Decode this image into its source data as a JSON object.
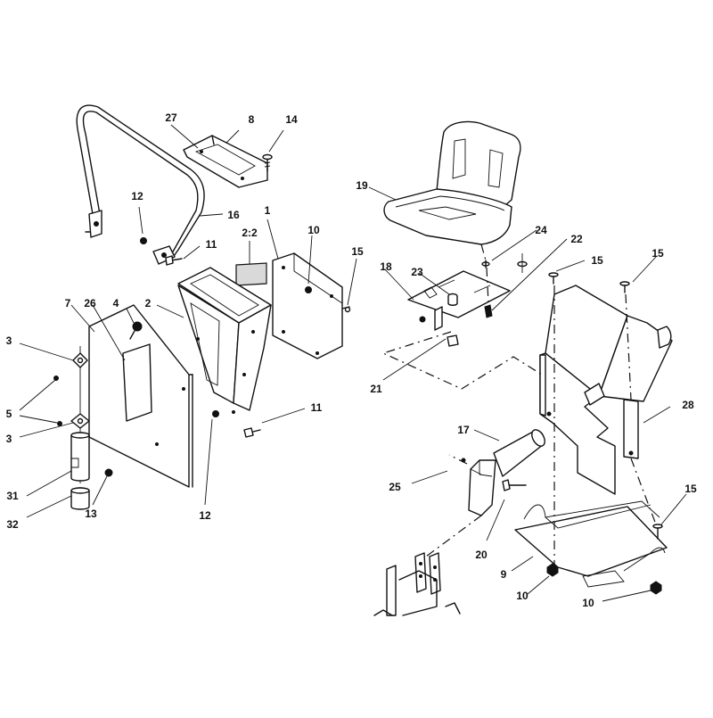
{
  "callouts": {
    "c1": "1",
    "c2": "2",
    "c2_2": "2:2",
    "c3a": "3",
    "c3b": "3",
    "c4": "4",
    "c5": "5",
    "c7": "7",
    "c8": "8",
    "c9": "9",
    "c10a": "10",
    "c10b": "10",
    "c10c": "10",
    "c11a": "11",
    "c11b": "11",
    "c12a": "12",
    "c12b": "12",
    "c13": "13",
    "c14": "14",
    "c15a": "15",
    "c15b": "15",
    "c15c": "15",
    "c15d": "15",
    "c16": "16",
    "c17": "17",
    "c18": "18",
    "c19": "19",
    "c20": "20",
    "c21": "21",
    "c22": "22",
    "c23": "23",
    "c24": "24",
    "c25": "25",
    "c26": "26",
    "c27": "27",
    "c28": "28",
    "c31": "31",
    "c32": "32"
  }
}
